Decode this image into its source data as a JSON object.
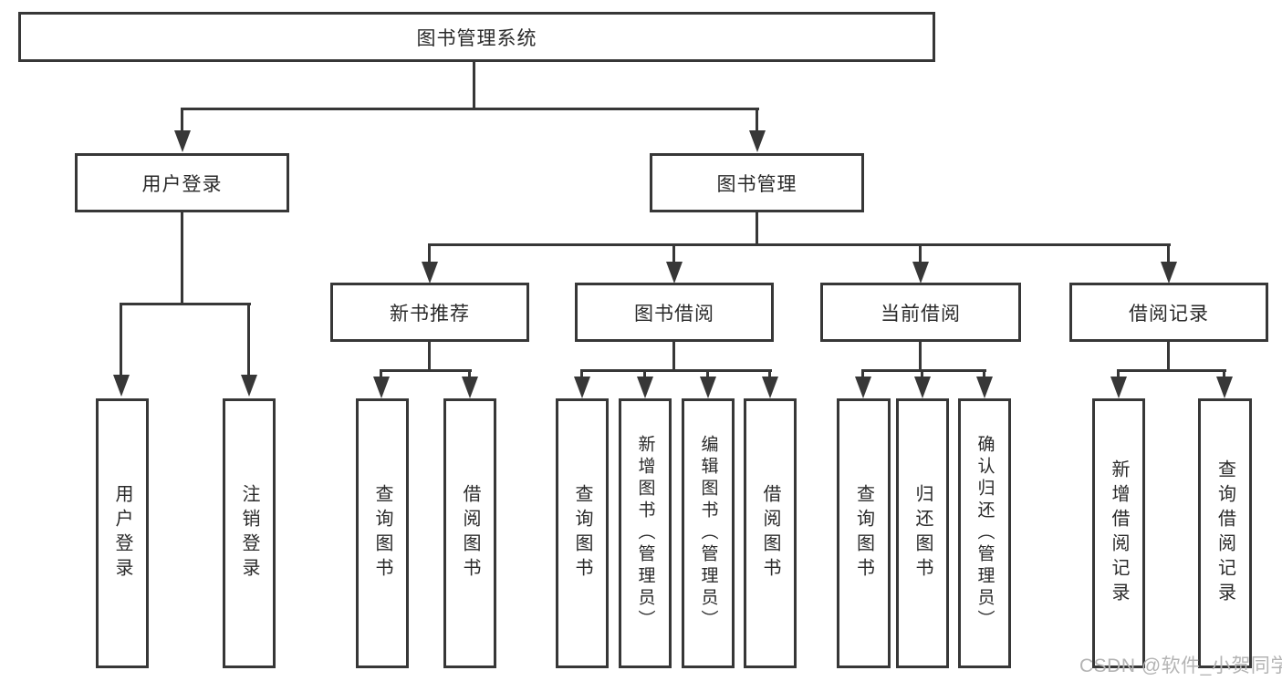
{
  "tree": {
    "root": {
      "label": "图书管理系统"
    },
    "branches": [
      {
        "label": "用户登录",
        "children": [
          {
            "label": "用户登录"
          },
          {
            "label": "注销登录"
          }
        ]
      },
      {
        "label": "图书管理",
        "children": [
          {
            "label": "新书推荐",
            "children": [
              {
                "label": "查询图书"
              },
              {
                "label": "借阅图书"
              }
            ]
          },
          {
            "label": "图书借阅",
            "children": [
              {
                "label": "查询图书"
              },
              {
                "label": "新增图书（管理员）"
              },
              {
                "label": "编辑图书（管理员）"
              },
              {
                "label": "借阅图书"
              }
            ]
          },
          {
            "label": "当前借阅",
            "children": [
              {
                "label": "查询图书"
              },
              {
                "label": "归还图书"
              },
              {
                "label": "确认归还（管理员）"
              }
            ]
          },
          {
            "label": "借阅记录",
            "children": [
              {
                "label": "新增借阅记录"
              },
              {
                "label": "查询借阅记录"
              }
            ]
          }
        ]
      }
    ]
  },
  "watermark": {
    "text": "CSDN @软件_小贺同学"
  },
  "colors": {
    "line": "#373737",
    "box_border": "#373737",
    "text": "#2a2a2a",
    "watermark": "#b4b4b4",
    "background": "#ffffff"
  }
}
